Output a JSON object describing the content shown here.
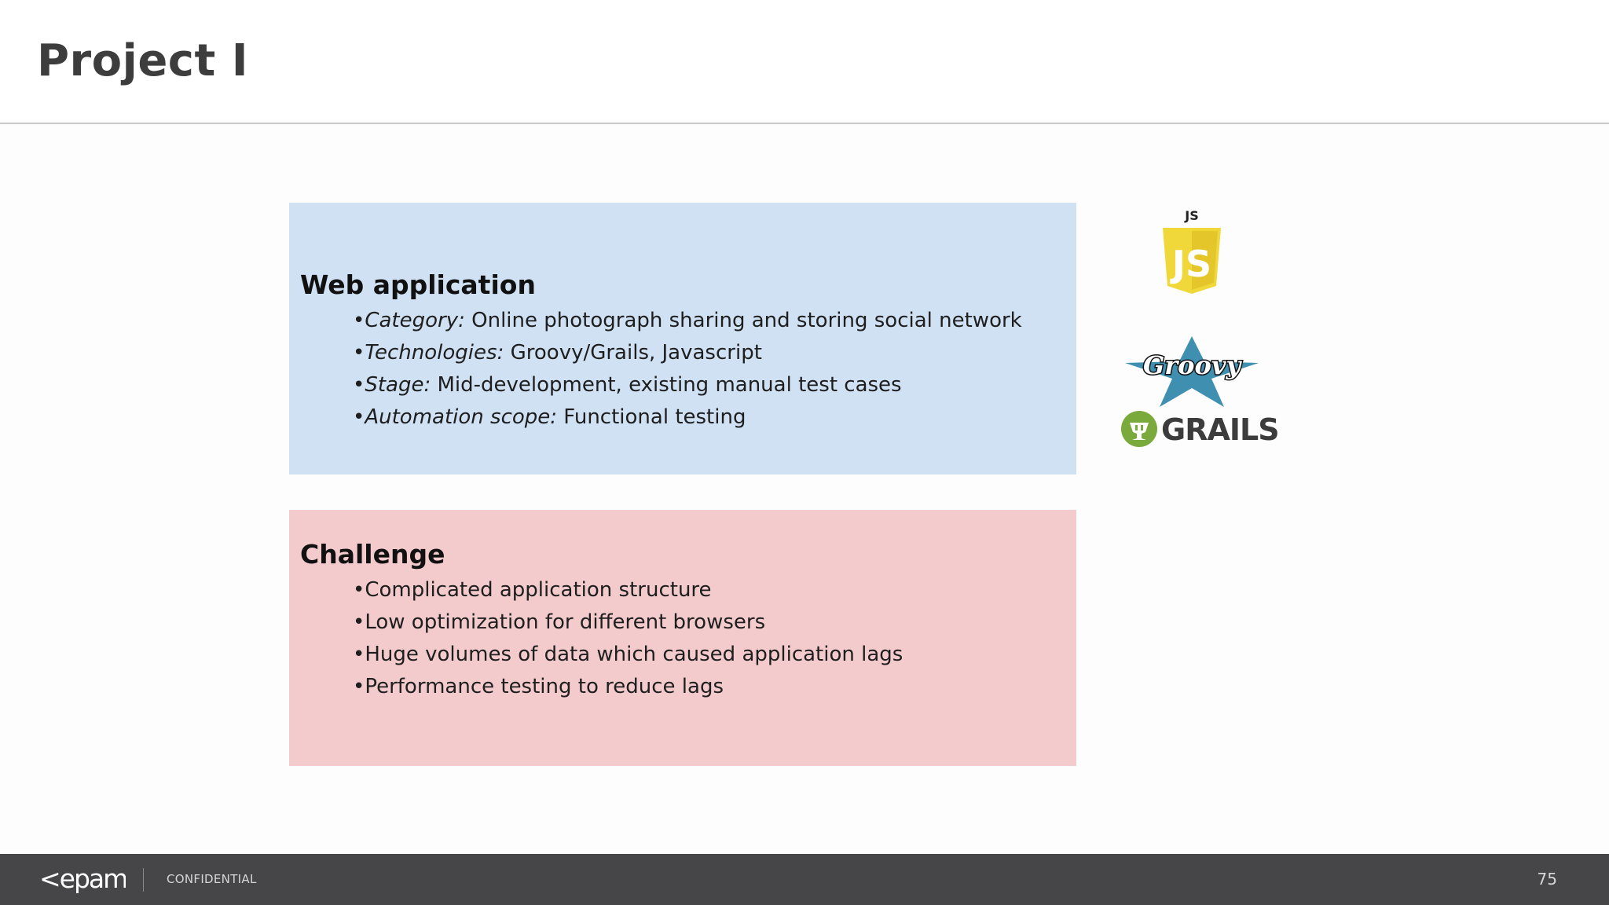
{
  "slide": {
    "title": "Project I",
    "page_number": "75"
  },
  "web_application": {
    "heading": "Web application",
    "bullet_glyph": "•",
    "items": [
      {
        "label": "Category:",
        "value": " Online photograph sharing and storing social network"
      },
      {
        "label": "Technologies:",
        "value": " Groovy/Grails, Javascript"
      },
      {
        "label": "Stage:",
        "value": " Mid-development, existing manual test cases"
      },
      {
        "label": "Automation scope:",
        "value": " Functional testing"
      }
    ]
  },
  "challenge": {
    "heading": "Challenge",
    "bullet_glyph": "•",
    "items": [
      "Complicated application structure",
      "Low optimization for different browsers",
      "Huge volumes of data which caused application lags",
      "Performance testing to reduce lags"
    ]
  },
  "logos": {
    "js_caption": "JS",
    "js_shield_text": "JS",
    "groovy_text": "Groovy",
    "grails_text": "GRAILS"
  },
  "footer": {
    "brand": "<epam>",
    "confidential": "CONFIDENTIAL"
  },
  "colors": {
    "web_card_bg": "#cfe1f3",
    "challenge_card_bg": "#f3cbcd",
    "footer_bg": "#464648",
    "title_text": "#3d3d3d",
    "js_yellow": "#f0d83b",
    "groovy_blue": "#3f8fb0",
    "grails_green": "#7aa93c"
  }
}
